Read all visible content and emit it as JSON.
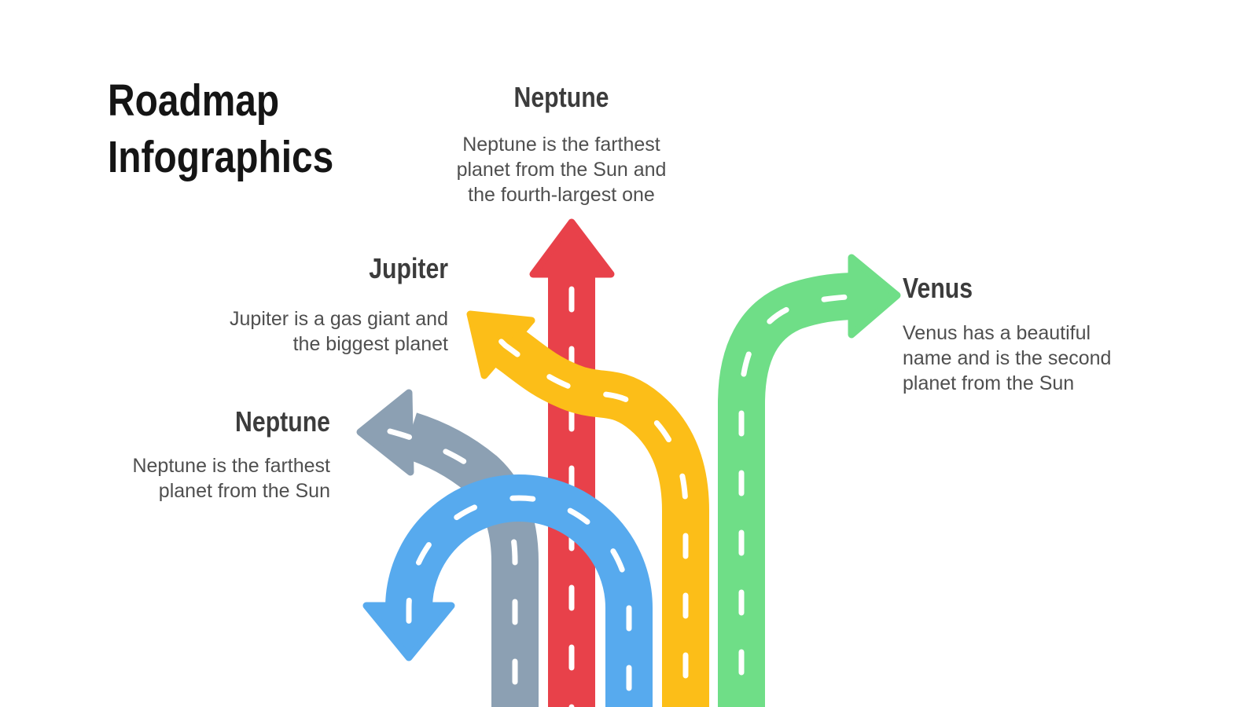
{
  "title": {
    "line1": "Roadmap",
    "line2": "Infographics"
  },
  "blocks": [
    {
      "id": "neptune-top",
      "heading": "Neptune",
      "lines": [
        "Neptune is the farthest",
        "planet from the Sun and",
        "the fourth-largest one"
      ]
    },
    {
      "id": "jupiter",
      "heading": "Jupiter",
      "lines": [
        "Jupiter is a gas giant and",
        "the biggest planet"
      ]
    },
    {
      "id": "neptune-left",
      "heading": "Neptune",
      "lines": [
        "Neptune is the farthest",
        "planet from the Sun"
      ]
    },
    {
      "id": "venus",
      "heading": "Venus",
      "lines": [
        "Venus has a beautiful",
        "name and is the second",
        "planet from the Sun"
      ]
    }
  ],
  "roads": [
    {
      "name": "gray-road-left-arrow",
      "color": "#8CA0B3",
      "arrow_direction": "left"
    },
    {
      "name": "red-road-up-arrow",
      "color": "#E8414A",
      "arrow_direction": "up"
    },
    {
      "name": "yellow-road-upleft-arrow",
      "color": "#FCBE18",
      "arrow_direction": "up-left"
    },
    {
      "name": "blue-road-uturn-arrow",
      "color": "#57AAEE",
      "arrow_direction": "down (u-turn)"
    },
    {
      "name": "green-road-right-arrow",
      "color": "#6FDE87",
      "arrow_direction": "right"
    }
  ],
  "colors": {
    "background": "#FFFFFF",
    "title_text": "#151515",
    "heading_text": "#3C3C3C",
    "body_text": "#4F4F4F",
    "road_dash": "#FFFFFF"
  }
}
